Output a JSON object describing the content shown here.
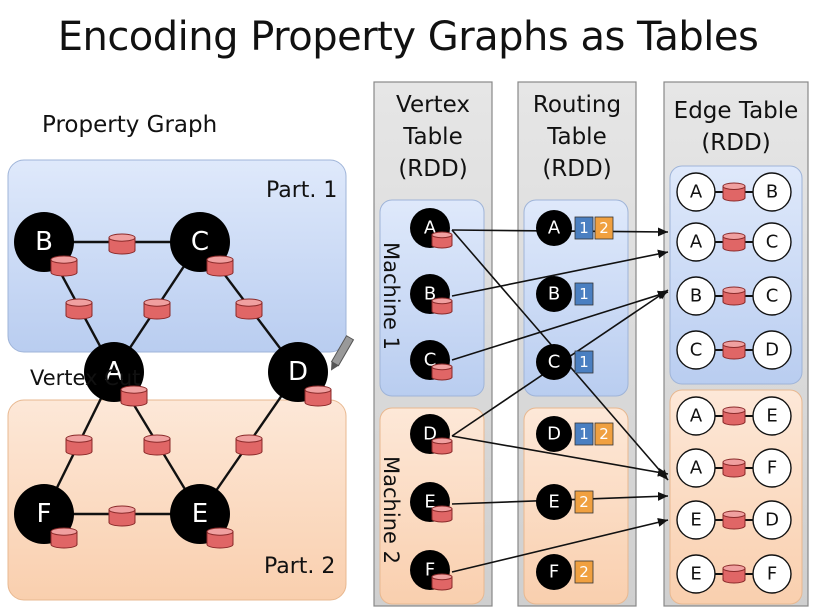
{
  "title": "Encoding Property Graphs as Tables",
  "graph": {
    "label": "Property Graph",
    "partition1_label": "Part. 1",
    "partition2_label": "Part. 2",
    "vertex_cut_label": "Vertex Cut",
    "vertices": [
      "A",
      "B",
      "C",
      "D",
      "E",
      "F"
    ],
    "edges": [
      [
        "B",
        "C"
      ],
      [
        "B",
        "A"
      ],
      [
        "C",
        "A"
      ],
      [
        "C",
        "D"
      ],
      [
        "A",
        "E"
      ],
      [
        "A",
        "F"
      ],
      [
        "F",
        "E"
      ],
      [
        "E",
        "D"
      ]
    ]
  },
  "vertex_table": {
    "header_line1": "Vertex",
    "header_line2": "Table",
    "header_line3": "(RDD)",
    "machine1_label": "Machine 1",
    "machine2_label": "Machine 2",
    "machine1_vertices": [
      "A",
      "B",
      "C"
    ],
    "machine2_vertices": [
      "D",
      "E",
      "F"
    ]
  },
  "routing_table": {
    "header_line1": "Routing",
    "header_line2": "Table",
    "header_line3": "(RDD)",
    "rows": [
      {
        "vertex": "A",
        "parts": [
          "1",
          "2"
        ]
      },
      {
        "vertex": "B",
        "parts": [
          "1"
        ]
      },
      {
        "vertex": "C",
        "parts": [
          "1"
        ]
      },
      {
        "vertex": "D",
        "parts": [
          "1",
          "2"
        ]
      },
      {
        "vertex": "E",
        "parts": [
          "2"
        ]
      },
      {
        "vertex": "F",
        "parts": [
          "2"
        ]
      }
    ]
  },
  "edge_table": {
    "header_line1": "Edge Table",
    "header_line2": "(RDD)",
    "partition1_edges": [
      [
        "A",
        "B"
      ],
      [
        "A",
        "C"
      ],
      [
        "B",
        "C"
      ],
      [
        "C",
        "D"
      ]
    ],
    "partition2_edges": [
      [
        "A",
        "E"
      ],
      [
        "A",
        "F"
      ],
      [
        "E",
        "D"
      ],
      [
        "E",
        "F"
      ]
    ]
  },
  "colors": {
    "partition1_fill": "#c9d9f5",
    "partition2_fill": "#fbdcc4",
    "column_fill": "#d9d9d9",
    "property_red": "#e06666",
    "part1_badge": "#4a7fc1",
    "part2_badge": "#f0a040"
  }
}
